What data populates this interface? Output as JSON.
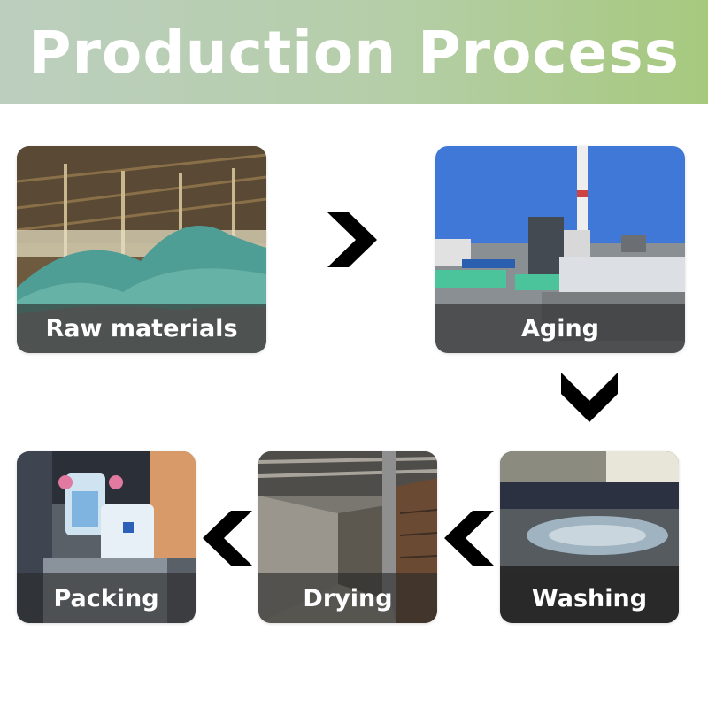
{
  "banner": {
    "title": "Production Process"
  },
  "steps": [
    {
      "label": "Raw materials",
      "icon": "warehouse-pile-photo"
    },
    {
      "label": "Aging",
      "icon": "factory-yard-photo"
    },
    {
      "label": "Washing",
      "icon": "washing-tank-photo"
    },
    {
      "label": "Drying",
      "icon": "drying-room-photo"
    },
    {
      "label": "Packing",
      "icon": "packing-bags-photo"
    }
  ],
  "arrows": [
    "chevron-right-icon",
    "chevron-down-icon",
    "chevron-left-icon",
    "chevron-left-icon"
  ],
  "colors": {
    "banner_gradient_start": "#bccfbf",
    "banner_gradient_end": "#a6c97e",
    "caption_overlay": "#282828",
    "arrow": "#000000"
  }
}
